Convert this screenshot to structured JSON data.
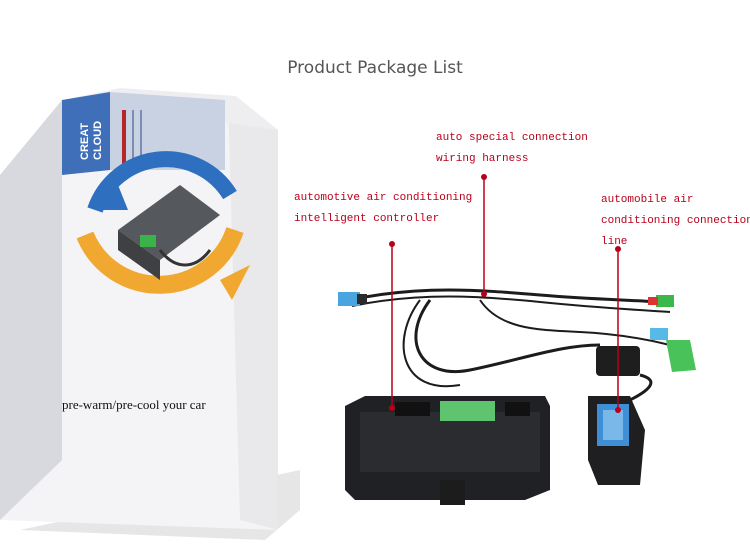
{
  "title": "Product Package List",
  "box": {
    "brand_line1": "CREAT",
    "brand_line2": "CLOUD",
    "caption": "pre-warm/pre-cool your car"
  },
  "callouts": {
    "harness": "auto special connection\nwiring harness",
    "controller": "automotive air conditioning\nintelligent controller",
    "line": "automobile air\nconditioning connection\nline"
  },
  "colors": {
    "callout": "#b8001a",
    "box_blue": "#2f6fc0",
    "box_orange": "#f0a830"
  }
}
